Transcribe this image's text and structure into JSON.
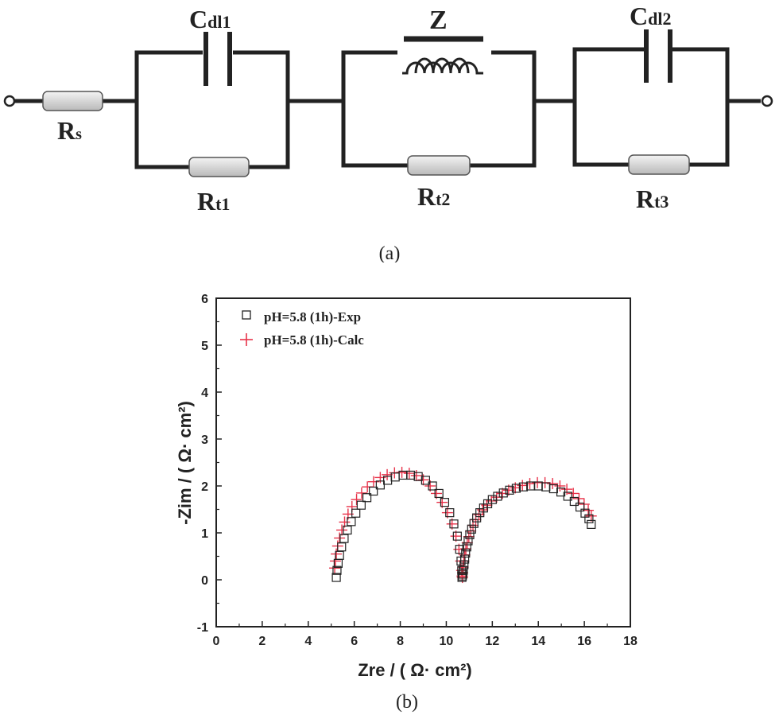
{
  "circuit": {
    "labels": {
      "rs": {
        "main": "R",
        "sub": "s"
      },
      "cdl1": {
        "main": "C",
        "sub": "dl1"
      },
      "z": {
        "main": "Z",
        "sub": ""
      },
      "cdl2": {
        "main": "C",
        "sub": "dl2"
      },
      "rt1": {
        "main": "R",
        "sub": "t1"
      },
      "rt2": {
        "main": "R",
        "sub": "t2"
      },
      "rt3": {
        "main": "R",
        "sub": "t3"
      }
    },
    "caption": "(a)"
  },
  "chart_data": {
    "type": "scatter",
    "caption": "(b)",
    "xlabel": "Zre / ( Ω· cm²)",
    "ylabel": "-Zim / ( Ω· cm²)",
    "xlim": [
      0,
      18
    ],
    "ylim": [
      -1,
      6
    ],
    "xticks": [
      "0",
      "2",
      "4",
      "6",
      "8",
      "10",
      "12",
      "14",
      "16",
      "18"
    ],
    "yticks": [
      "-1",
      "0",
      "1",
      "2",
      "3",
      "4",
      "5",
      "6"
    ],
    "grid": false,
    "legend_position": "top-left",
    "colors": {
      "exp": "#222222",
      "calc": "#e8334a"
    },
    "series": [
      {
        "name": "pH=5.8 (1h)-Exp",
        "marker": "square",
        "x": [
          5.22,
          5.25,
          5.3,
          5.36,
          5.45,
          5.56,
          5.7,
          5.87,
          6.07,
          6.3,
          6.55,
          6.83,
          7.13,
          7.45,
          7.78,
          8.12,
          8.45,
          8.78,
          9.1,
          9.4,
          9.68,
          9.93,
          10.15,
          10.33,
          10.48,
          10.58,
          10.64,
          10.67,
          10.68,
          10.7,
          10.72,
          10.74,
          10.77,
          10.8,
          10.84,
          10.89,
          10.95,
          11.02,
          11.1,
          11.2,
          11.32,
          11.46,
          11.62,
          11.8,
          12.0,
          12.23,
          12.48,
          12.75,
          13.04,
          13.35,
          13.67,
          14.0,
          14.33,
          14.66,
          14.98,
          15.28,
          15.56,
          15.81,
          16.03,
          16.2,
          16.3
        ],
        "y": [
          0.05,
          0.2,
          0.35,
          0.52,
          0.7,
          0.88,
          1.06,
          1.24,
          1.42,
          1.59,
          1.75,
          1.89,
          2.02,
          2.12,
          2.19,
          2.23,
          2.23,
          2.2,
          2.12,
          2.0,
          1.84,
          1.65,
          1.43,
          1.19,
          0.93,
          0.65,
          0.4,
          0.2,
          0.05,
          0.08,
          0.12,
          0.2,
          0.32,
          0.44,
          0.57,
          0.7,
          0.83,
          0.96,
          1.08,
          1.2,
          1.32,
          1.43,
          1.53,
          1.62,
          1.71,
          1.78,
          1.85,
          1.91,
          1.95,
          1.98,
          2.0,
          2.0,
          1.98,
          1.94,
          1.87,
          1.78,
          1.67,
          1.55,
          1.42,
          1.3,
          1.18
        ]
      },
      {
        "name": "pH=5.8 (1h)-Calc",
        "marker": "plus",
        "x": [
          5.15,
          5.18,
          5.22,
          5.28,
          5.36,
          5.46,
          5.58,
          5.73,
          5.9,
          6.1,
          6.32,
          6.57,
          6.84,
          7.13,
          7.43,
          7.75,
          8.07,
          8.39,
          8.7,
          9.0,
          9.3,
          9.57,
          9.82,
          10.05,
          10.25,
          10.42,
          10.55,
          10.63,
          10.67,
          10.69,
          10.7,
          10.71,
          10.73,
          10.76,
          10.8,
          10.85,
          10.91,
          10.98,
          11.06,
          11.16,
          11.28,
          11.42,
          11.58,
          11.76,
          11.96,
          12.19,
          12.44,
          12.71,
          13.0,
          13.31,
          13.63,
          13.96,
          14.29,
          14.62,
          14.94,
          15.24,
          15.52,
          15.77,
          15.99,
          16.17,
          16.3
        ],
        "y": [
          0.25,
          0.4,
          0.55,
          0.72,
          0.89,
          1.06,
          1.23,
          1.4,
          1.56,
          1.71,
          1.85,
          1.98,
          2.09,
          2.18,
          2.24,
          2.28,
          2.29,
          2.27,
          2.22,
          2.13,
          2.0,
          1.84,
          1.65,
          1.43,
          1.19,
          0.93,
          0.65,
          0.4,
          0.2,
          0.08,
          0.05,
          0.15,
          0.27,
          0.4,
          0.53,
          0.66,
          0.79,
          0.92,
          1.04,
          1.16,
          1.28,
          1.39,
          1.49,
          1.59,
          1.68,
          1.76,
          1.84,
          1.91,
          1.96,
          2.01,
          2.05,
          2.07,
          2.07,
          2.05,
          2.0,
          1.93,
          1.84,
          1.73,
          1.61,
          1.48,
          1.36
        ]
      }
    ]
  }
}
